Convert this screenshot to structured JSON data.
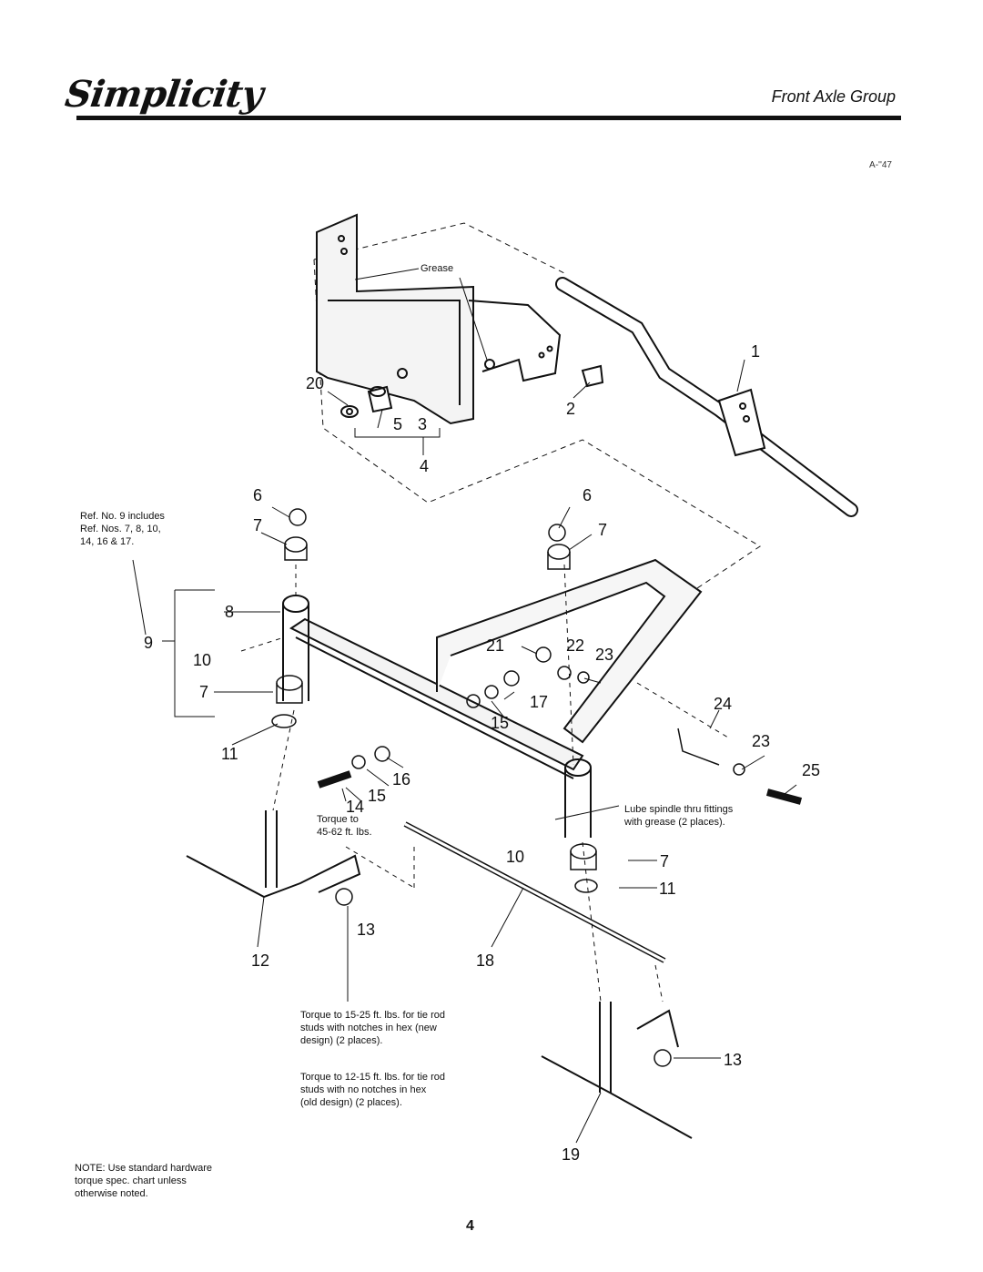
{
  "header": {
    "brand": "Simplicity",
    "section_title": "Front Axle Group",
    "figure_code": "A-''47"
  },
  "labels": {
    "grease": "Grease",
    "torque_bolt": "Torque to\n45-62 ft. lbs.",
    "lube_spindle": "Lube spindle thru fittings\nwith grease (2 places).",
    "ref9_note": "Ref. No. 9 includes\nRef. Nos. 7, 8, 10,\n14, 16 & 17.",
    "tie_rod_new": "Torque to 15-25 ft. lbs. for tie rod\nstuds with notches in hex (new\ndesign) (2 places).",
    "tie_rod_old": "Torque to 12-15 ft. lbs. for tie rod\nstuds with no notches in hex\n(old design) (2 places).",
    "hardware_note": "NOTE: Use standard hardware\ntorque spec. chart unless\notherwise noted."
  },
  "callouts": {
    "c1": "1",
    "c2": "2",
    "c3": "3",
    "c4": "4",
    "c5": "5",
    "c6a": "6",
    "c6b": "6",
    "c7a": "7",
    "c7b": "7",
    "c7c": "7",
    "c7d": "7",
    "c8": "8",
    "c9": "9",
    "c10a": "10",
    "c10b": "10",
    "c11a": "11",
    "c11b": "11",
    "c12": "12",
    "c13a": "13",
    "c13b": "13",
    "c14": "14",
    "c15a": "15",
    "c15b": "15",
    "c16": "16",
    "c17": "17",
    "c18": "18",
    "c19": "19",
    "c20": "20",
    "c21": "21",
    "c22": "22",
    "c23a": "23",
    "c23b": "23",
    "c24": "24",
    "c25": "25"
  },
  "page_number": "4"
}
